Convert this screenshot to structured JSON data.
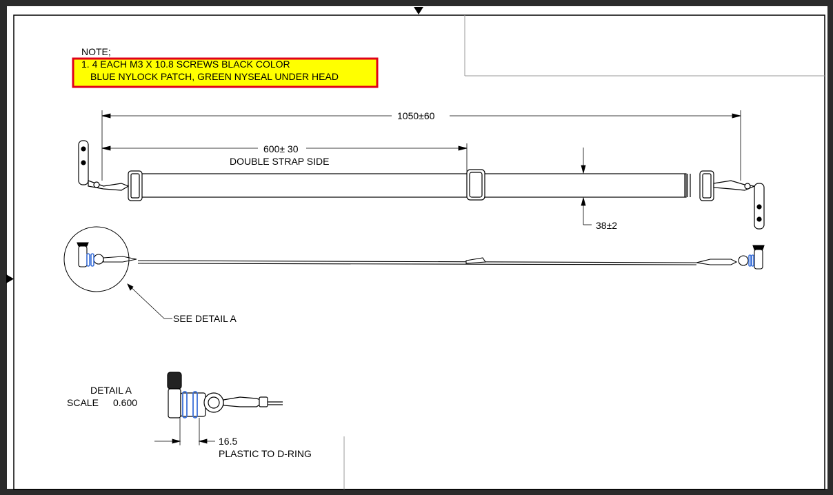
{
  "note": {
    "heading": "NOTE;",
    "line1": "1. 4 EACH M3 X 10.8 SCREWS BLACK COLOR",
    "line2": "BLUE NYLOCK PATCH, GREEN NYSEAL UNDER HEAD",
    "highlight_fill": "#ffff00",
    "highlight_border": "#e0001a"
  },
  "dimensions": {
    "overall_length": "1050±60",
    "double_strap_length": "600± 30",
    "double_strap_label": "DOUBLE STRAP SIDE",
    "strap_width": "38±2",
    "plastic_to_dring": "16.5",
    "plastic_to_dring_label": "PLASTIC TO D-RING"
  },
  "callout": {
    "see_detail": "SEE DETAIL  A"
  },
  "detail": {
    "title": "DETAIL  A",
    "scale_label": "SCALE",
    "scale_value": "0.600"
  },
  "colors": {
    "line": "#000000",
    "o_ring": "#3a6fd8",
    "frame": "#2b2b2b"
  }
}
